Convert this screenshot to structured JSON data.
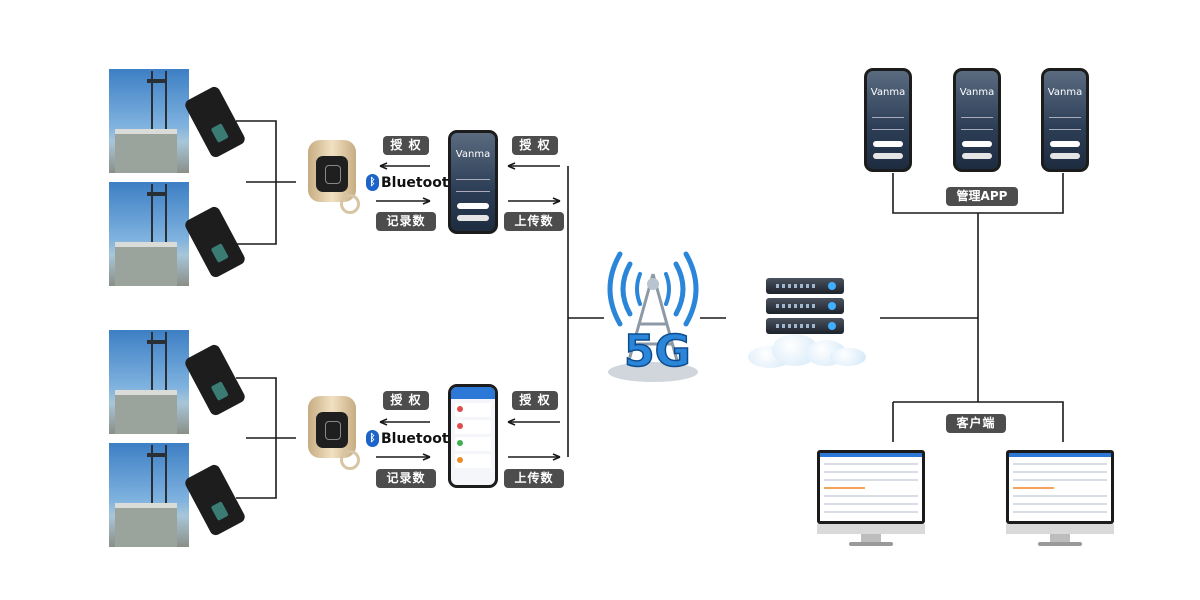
{
  "labels": {
    "authorize": "授 权",
    "record_data": "记录数据",
    "upload_data": "上传数据",
    "manage_app": "管理APP",
    "client": "客户端",
    "bluetooth": "Bluetooth",
    "bluetooth_tm": "™",
    "network": "5G",
    "phone_brand": "Vanma"
  },
  "icons": {
    "bluetooth": "bluetooth-icon",
    "server": "server-icon",
    "tower": "5g-tower-icon",
    "cloud": "cloud-icon"
  },
  "colors": {
    "tag_bg": "#4d4d4d",
    "line": "#1a1a1a",
    "accent_blue": "#1d63c9"
  }
}
